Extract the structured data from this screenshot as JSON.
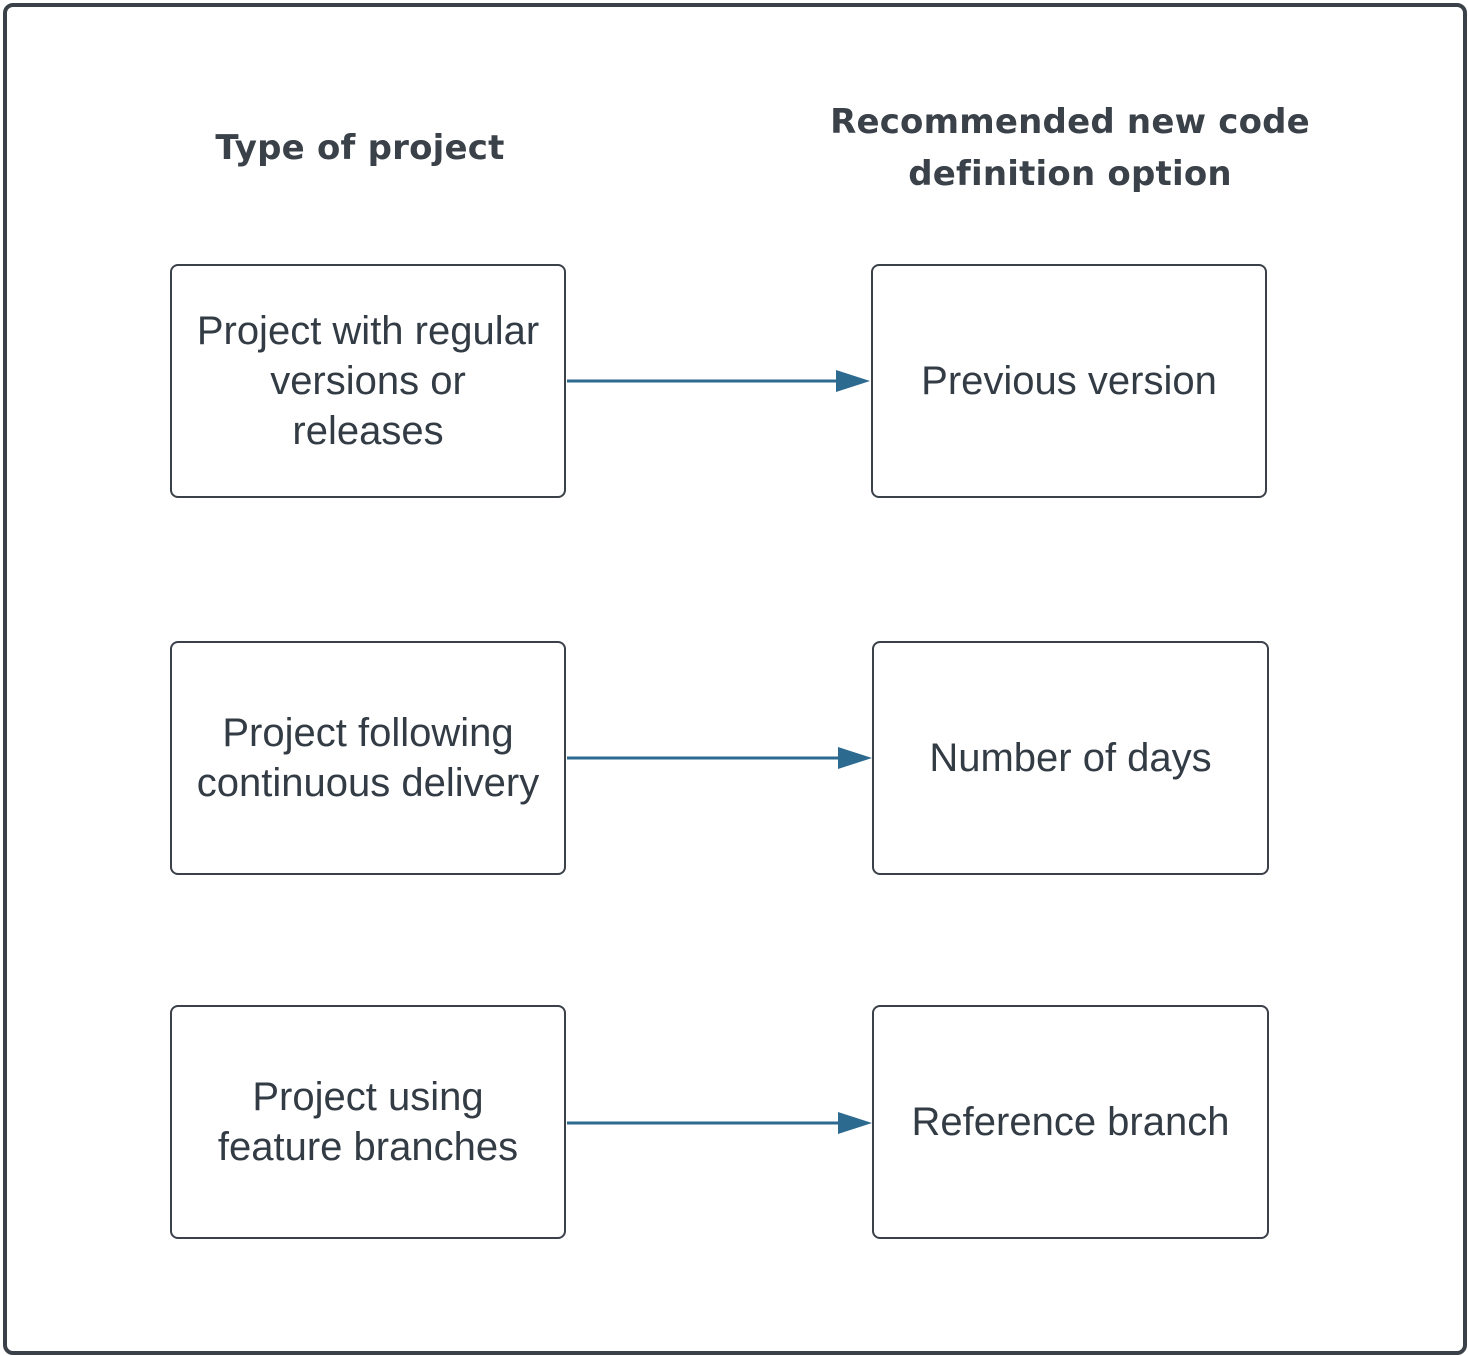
{
  "headings": {
    "type_of_project": "Type of project",
    "recommended_option": "Recommended new code definition option"
  },
  "rows": [
    {
      "project": "Project with regular versions or releases",
      "option": "Previous version"
    },
    {
      "project": "Project following continuous delivery",
      "option": "Number of days"
    },
    {
      "project": "Project using feature branches",
      "option": "Reference branch"
    }
  ],
  "colors": {
    "arrow": "#2d6a8f",
    "border": "#3b4149",
    "text": "#333c45"
  }
}
